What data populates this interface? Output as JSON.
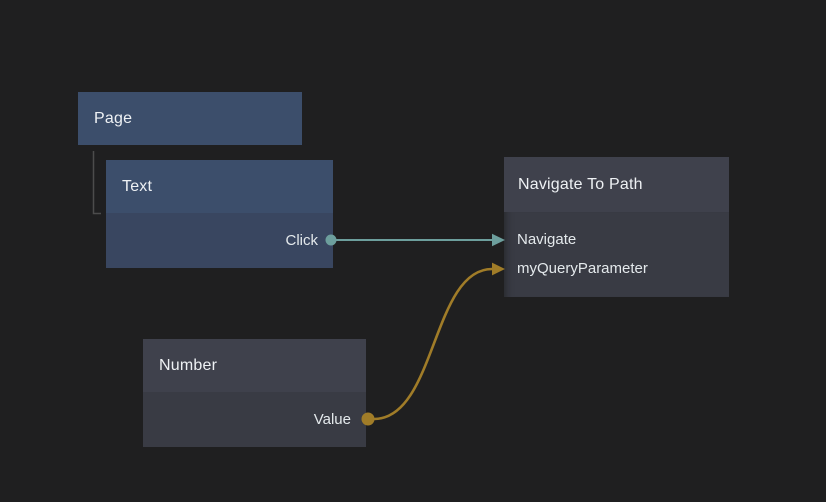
{
  "canvas": {
    "background": "#1f1f20"
  },
  "colors": {
    "background": "#1f1f20",
    "visual_node_header": "#3c4e6b",
    "visual_node_body": "#394660",
    "logic_node_header": "#3f414c",
    "logic_node_body": "#393b44",
    "hierarchy_line": "#4c4c4c",
    "title_text": "#eef1f4",
    "port_text": "#e4e9ec",
    "signal_connection": "#6d9f9d",
    "data_connection": "#a07c28"
  },
  "nodes": {
    "page": {
      "title": "Page",
      "type": "visual"
    },
    "text": {
      "title": "Text",
      "type": "visual",
      "parent": "Page",
      "outputs": [
        {
          "label": "Click"
        }
      ]
    },
    "navigate": {
      "title": "Navigate To Path",
      "type": "logic",
      "inputs": [
        {
          "label": "Navigate"
        },
        {
          "label": "myQueryParameter"
        }
      ]
    },
    "number": {
      "title": "Number",
      "type": "logic",
      "outputs": [
        {
          "label": "Value"
        }
      ]
    }
  },
  "connections": [
    {
      "from_node": "Text",
      "from_port": "Click",
      "to_node": "Navigate To Path",
      "to_port": "Navigate",
      "kind": "signal",
      "color": "#6d9f9d"
    },
    {
      "from_node": "Number",
      "from_port": "Value",
      "to_node": "Navigate To Path",
      "to_port": "myQueryParameter",
      "kind": "data",
      "color": "#a07c28"
    }
  ],
  "hierarchy": [
    {
      "parent": "Page",
      "child": "Text",
      "color": "#4c4c4c"
    }
  ]
}
